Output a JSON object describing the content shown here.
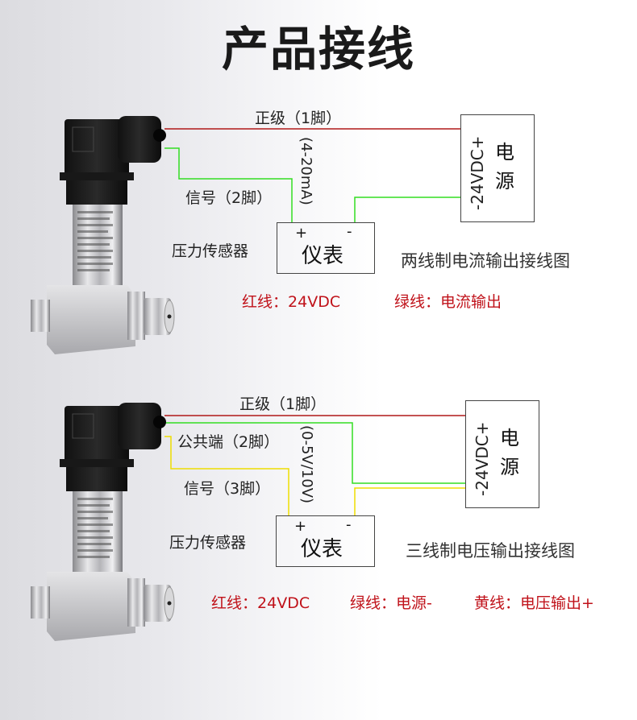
{
  "title": "产品接线",
  "colors": {
    "red_wire": "#b01818",
    "green_wire": "#33dd22",
    "yellow_wire": "#eedd00",
    "legend_text": "#c0121a",
    "box_border": "#444444"
  },
  "diagram_two_wire": {
    "title": "两线制电流输出接线图",
    "wire_labels": {
      "positive": "正级（1脚）",
      "signal": "信号（2脚）",
      "range": "(4-20mA)"
    },
    "sensor_label": "压力传感器",
    "meter": {
      "label": "仪表",
      "plus": "+",
      "minus": "-"
    },
    "power": {
      "char1": "电",
      "char2": "源",
      "voltage": "-24VDC+"
    },
    "legend": [
      {
        "key": "红线：",
        "value": "24VDC"
      },
      {
        "key": "绿线：",
        "value": "电流输出"
      }
    ]
  },
  "diagram_three_wire": {
    "title": "三线制电压输出接线图",
    "wire_labels": {
      "positive": "正级（1脚）",
      "common": "公共端（2脚）",
      "signal": "信号（3脚）",
      "range": "(0-5V/10V)"
    },
    "sensor_label": "压力传感器",
    "meter": {
      "label": "仪表",
      "plus": "+",
      "minus": "-"
    },
    "power": {
      "char1": "电",
      "char2": "源",
      "voltage": "-24VDC+"
    },
    "legend": [
      {
        "key": "红线：",
        "value": "24VDC"
      },
      {
        "key": "绿线：",
        "value": "电源-"
      },
      {
        "key": "黄线：",
        "value": "电压输出+"
      }
    ]
  }
}
